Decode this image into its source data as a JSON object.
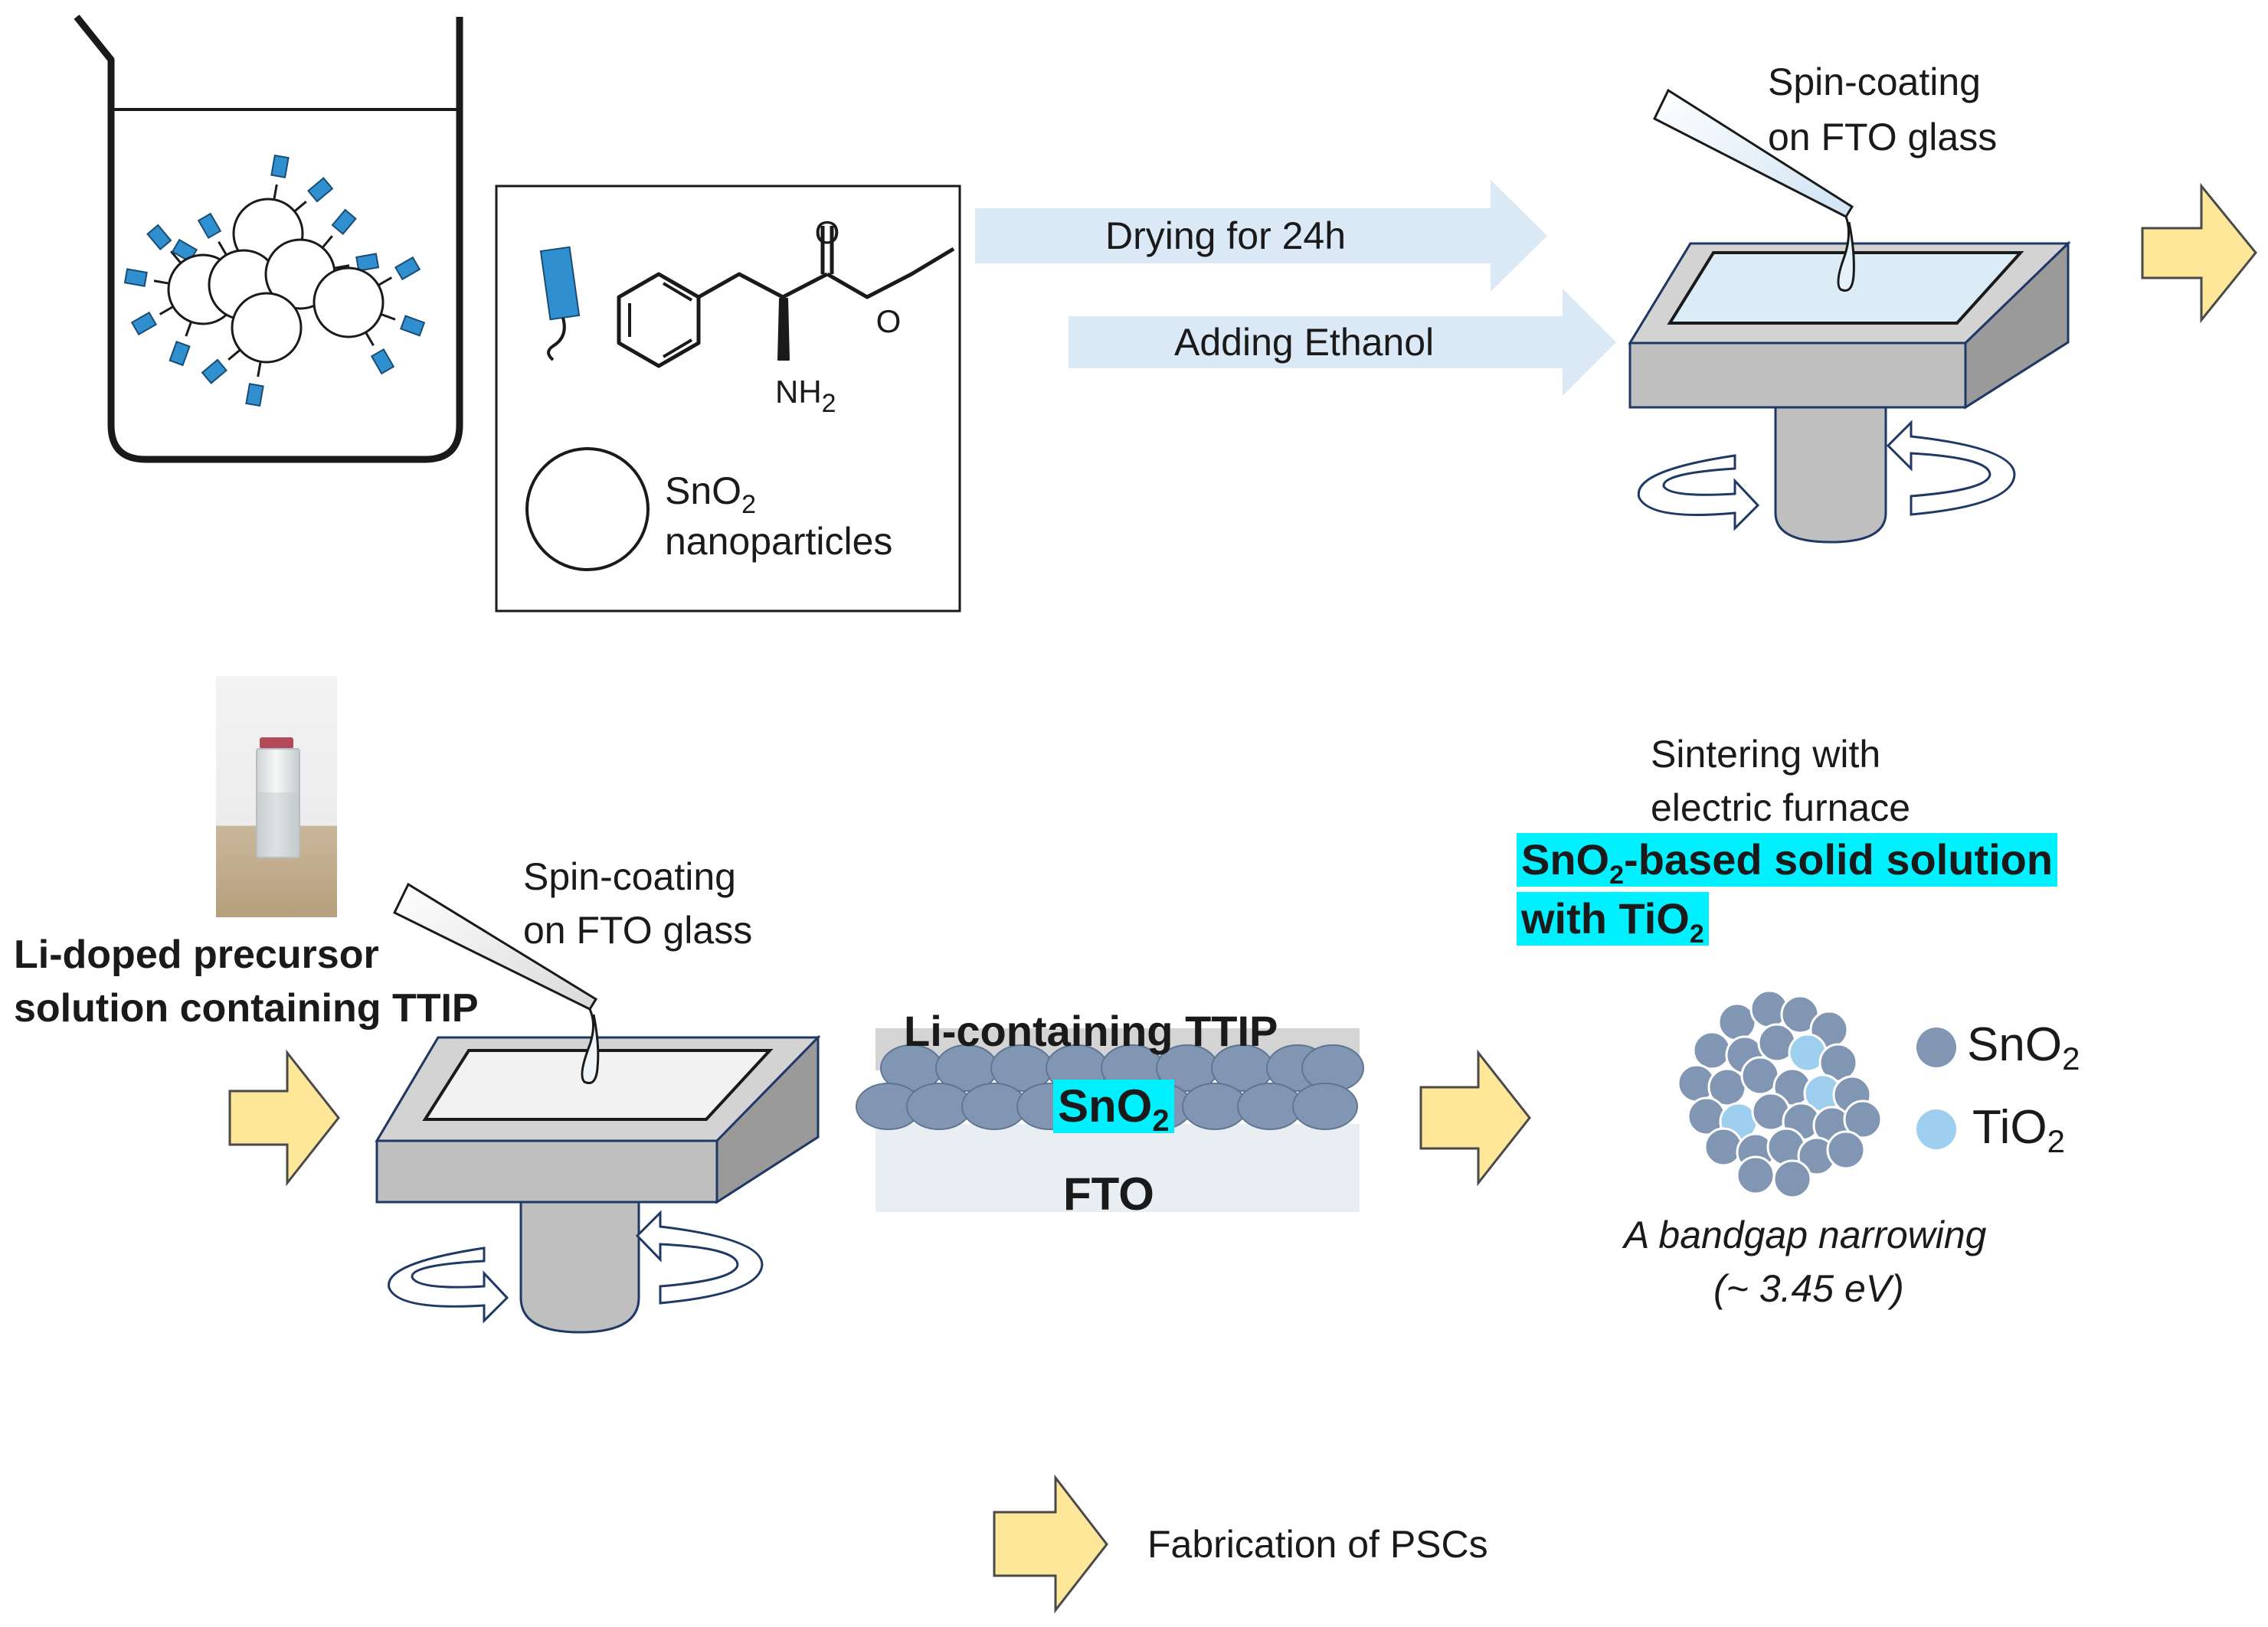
{
  "colors": {
    "pale_blue_arrow": "#dbe8f5",
    "yellow_arrow": "#ffe79a",
    "ligand_blue": "#2f8fcf",
    "sno2_particle": "#8096b3",
    "tio2_particle": "#9fcfee",
    "highlight": "#00f0ff",
    "platform_gray": "#bfbfbf"
  },
  "legend_box": {
    "amine": "NH",
    "amine_sub": "2",
    "carbonyl_o": "O",
    "ester_o": "O",
    "particle_label_1": "SnO",
    "particle_label_1_sub": "2",
    "particle_label_2": "nanoparticles"
  },
  "arrows": {
    "drying": "Drying for 24h",
    "ethanol": "Adding Ethanol"
  },
  "spin_coating_1": {
    "line1": "Spin-coating",
    "line2": "on FTO glass"
  },
  "precursor": {
    "line1": "Li-doped precursor",
    "line2": "solution containing TTIP"
  },
  "spin_coating_2": {
    "line1": "Spin-coating",
    "line2": "on FTO glass"
  },
  "layers": {
    "top": "Li-containing  TTIP",
    "middle": "SnO",
    "middle_sub": "2",
    "bottom": "FTO"
  },
  "sintering": {
    "line1": "Sintering with",
    "line2": "electric furnace",
    "result1_a": "SnO",
    "result1_sub": "2",
    "result1_b": "-based solid solution ",
    "result2_a": "with  TiO",
    "result2_sub": "2"
  },
  "legend_particles": {
    "sno2": "SnO",
    "sno2_sub": "2",
    "tio2": "TiO",
    "tio2_sub": "2"
  },
  "bandgap": {
    "line1": "A bandgap narrowing",
    "line2": "(~ 3.45 eV)"
  },
  "final_step": "Fabrication of PSCs"
}
